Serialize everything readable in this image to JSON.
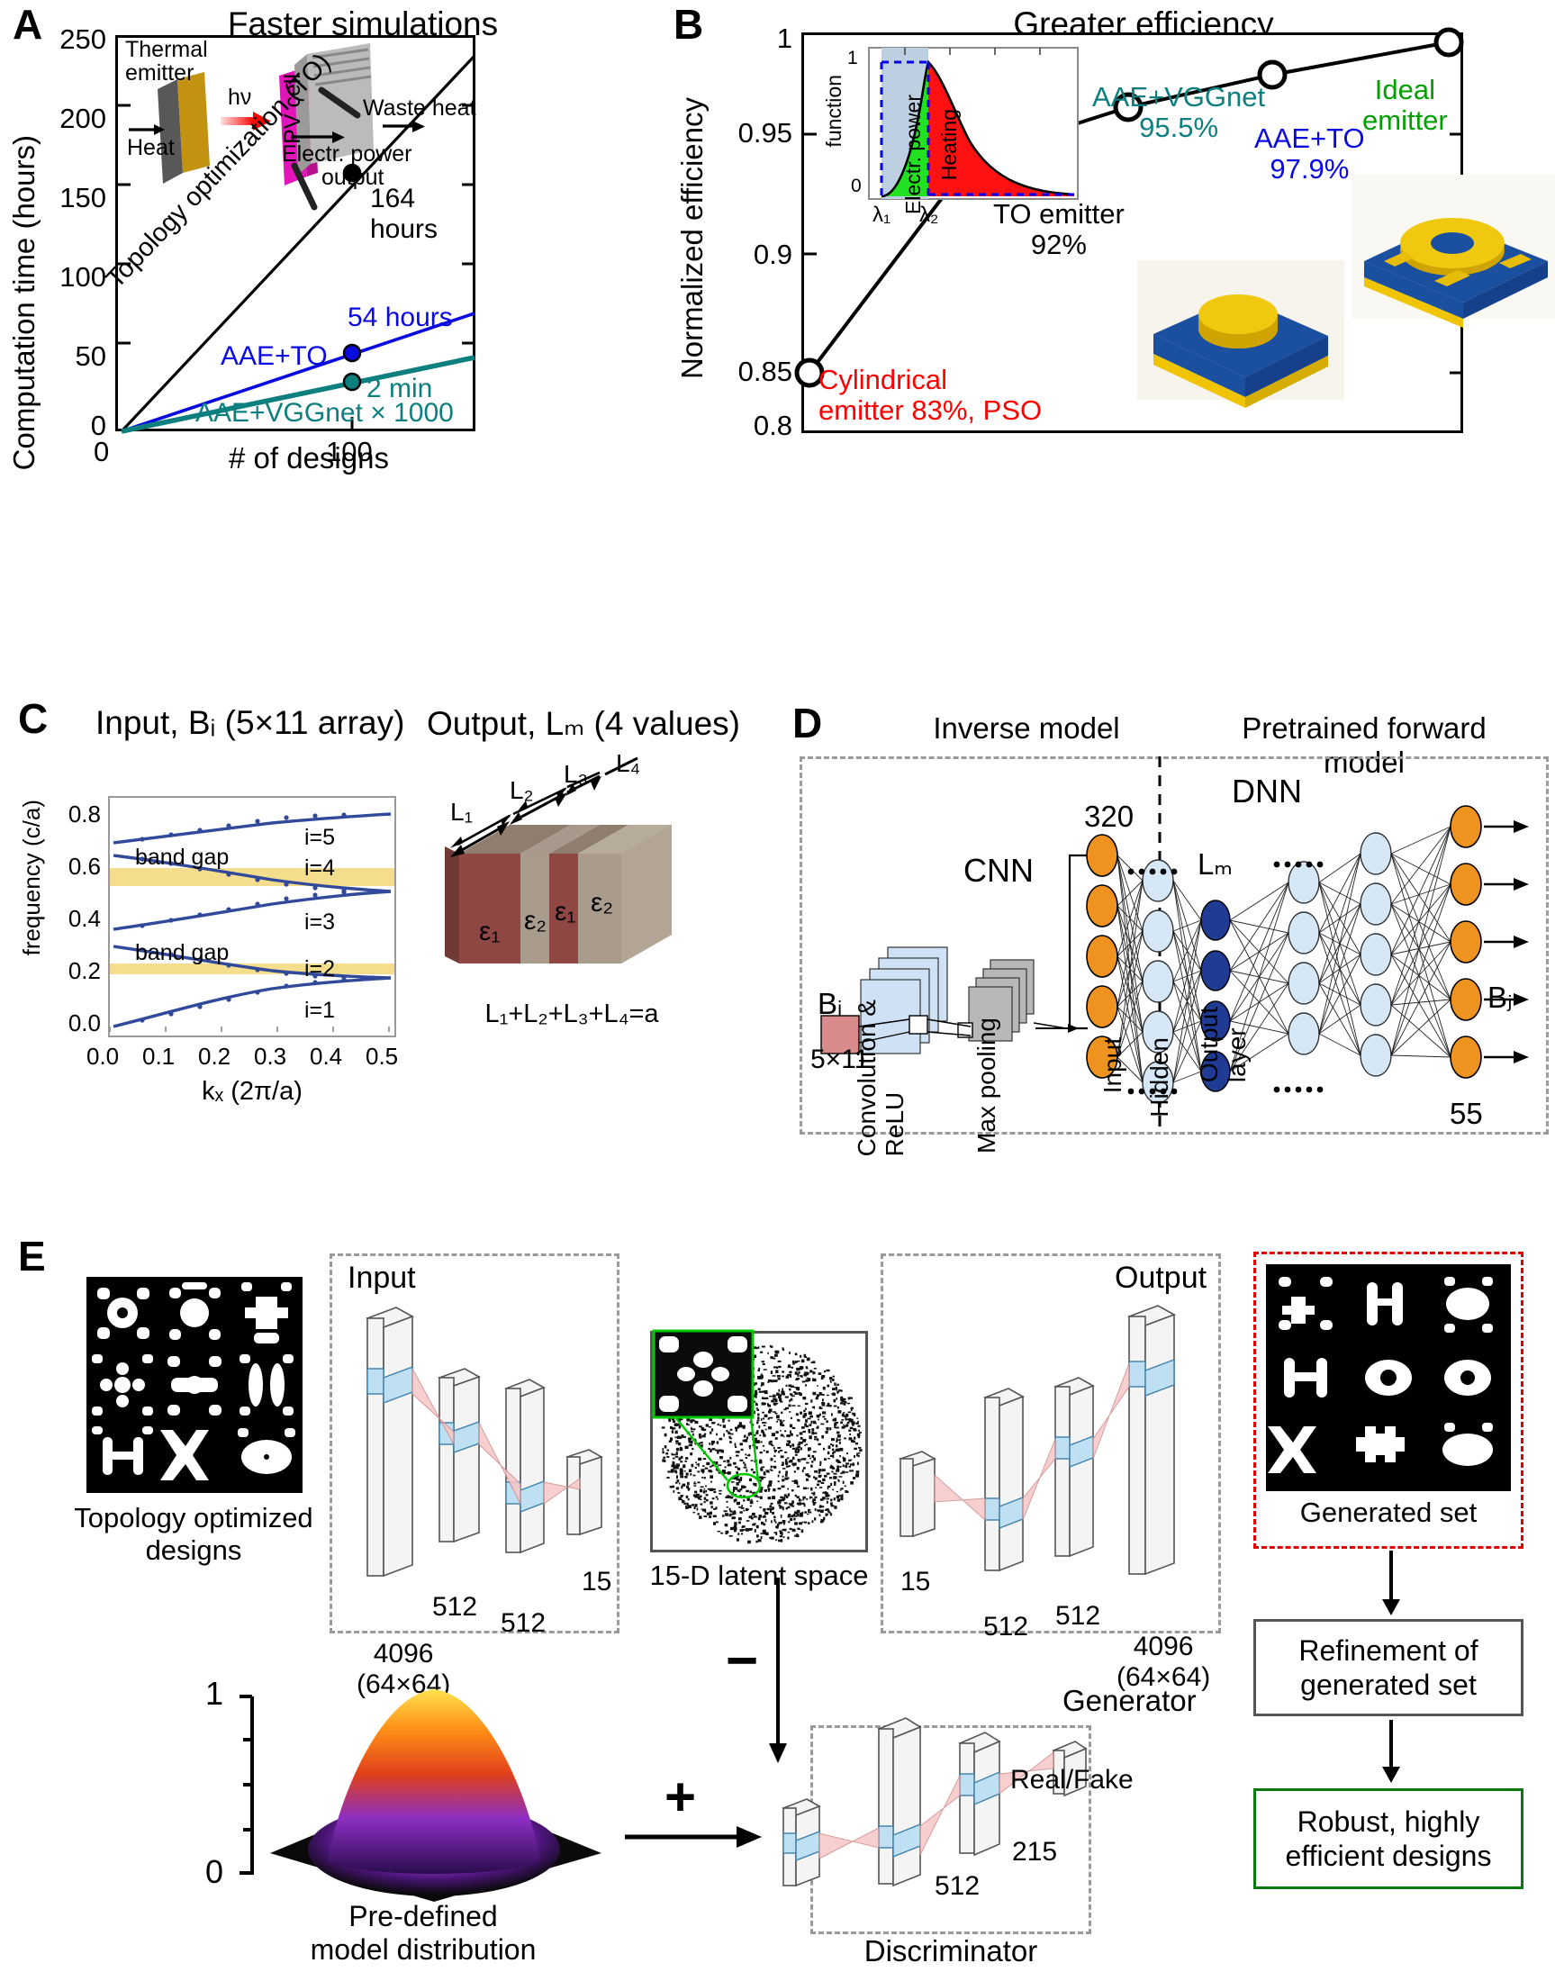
{
  "panels": {
    "A": {
      "letter": "A",
      "title": "Faster simulations",
      "ylabel": "Computation time (hours)",
      "xlabel": "# of designs",
      "yticks": [
        "0",
        "50",
        "100",
        "150",
        "200",
        "250"
      ],
      "xticks": [
        "0",
        "100"
      ],
      "series_labels": {
        "to": "Topology optimization (TO)",
        "aae_to": "AAE+TO",
        "aae_vgg": "AAE+VGGnet × 1000"
      },
      "annotations": {
        "to_point": "164 hours",
        "aae_to_point": "54 hours",
        "aae_vgg_point": "2 min"
      },
      "inset": {
        "thermal_emitter": "Thermal\nemitter",
        "heat": "Heat",
        "hv": "hν",
        "pv_cell": "PV cell",
        "electr_power": "Electr. power\noutput",
        "waste_heat": "Waste heat"
      }
    },
    "B": {
      "letter": "B",
      "title": "Greater efficiency",
      "ylabel": "Normalized efficiency",
      "yticks": [
        "0.8",
        "0.85",
        "0.9",
        "0.95",
        "1"
      ],
      "annotations": {
        "cylindrical": "Cylindrical\nemitter 83%, PSO",
        "to_emitter": "TO emitter\n92%",
        "aae_vgg": "AAE+VGGnet\n95.5%",
        "aae_to": "AAE+TO\n97.9%",
        "ideal": "Ideal\nemitter"
      },
      "inset": {
        "ylabel": "function",
        "ytop": "1",
        "ybot": "0",
        "lam1": "λ₁",
        "lam2": "λ₂",
        "electr_power": "Electr. power",
        "heating": "Heating"
      }
    },
    "C": {
      "letter": "C",
      "input_title": "Input, Bᵢ (5×11 array)",
      "output_title": "Output, Lₘ (4 values)",
      "ylabel": "frequency (c/a)",
      "xlabel": "kₓ (2π/a)",
      "yticks": [
        "0.0",
        "0.2",
        "0.4",
        "0.6",
        "0.8"
      ],
      "xticks": [
        "0.0",
        "0.1",
        "0.2",
        "0.3",
        "0.4",
        "0.5"
      ],
      "band_labels": [
        "i=1",
        "i=2",
        "i=3",
        "i=4",
        "i=5"
      ],
      "bandgap_label": "band gap",
      "L_labels": [
        "L₁",
        "L₂",
        "L₃",
        "L₄"
      ],
      "eps_labels": [
        "ε₁",
        "ε₂",
        "ε₁",
        "ε₂"
      ],
      "sum_label": "L₁+L₂+L₃+L₄=a"
    },
    "D": {
      "letter": "D",
      "inverse_title": "Inverse model",
      "forward_title": "Pretrained forward model",
      "cnn": "CNN",
      "dnn": "DNN",
      "bi": "Bᵢ",
      "bj": "Bⱼ",
      "lm": "Lₘ",
      "input_size": "5×11",
      "n320": "320",
      "n55": "55",
      "conv_label": "Convolution &\nReLU",
      "pool_label": "Max pooling",
      "layer_labels": [
        "Input",
        "Hidden",
        "Output\nlayer"
      ]
    },
    "E": {
      "letter": "E",
      "topology_caption": "Topology optimized\ndesigns",
      "input_label": "Input",
      "output_label": "Output",
      "generator_label": "Generator",
      "discriminator_label": "Discriminator",
      "latent_label": "15-D latent space",
      "generated_label": "Generated set",
      "refinement_label": "Refinement of\ngenerated set",
      "robust_label": "Robust, highly\nefficient designs",
      "distribution_label": "Pre-defined\nmodel distribution",
      "realfake_label": "Real/Fake",
      "encoder_sizes": [
        "4096\n(64×64)",
        "512",
        "512",
        "15"
      ],
      "decoder_sizes": [
        "15",
        "512",
        "512",
        "4096\n(64×64)"
      ],
      "discriminator_sizes": [
        "512",
        "215"
      ],
      "dist_ticks": [
        "1",
        "0"
      ],
      "minus": "−",
      "plus": "+"
    }
  },
  "chart_data": [
    {
      "type": "line",
      "panel": "A",
      "title": "Faster simulations",
      "xlabel": "# of designs",
      "ylabel": "Computation time (hours)",
      "xlim": [
        0,
        140
      ],
      "ylim": [
        0,
        255
      ],
      "xticks": [
        0,
        100
      ],
      "yticks": [
        0,
        50,
        100,
        150,
        200,
        250
      ],
      "grid": false,
      "series": [
        {
          "name": "Topology optimization (TO)",
          "color": "#000000",
          "x": [
            0,
            100,
            140
          ],
          "y": [
            0,
            164,
            230
          ],
          "marker_at": {
            "x": 100,
            "y": 164,
            "label": "164 hours"
          }
        },
        {
          "name": "AAE+TO",
          "color": "#0a0ae0",
          "x": [
            0,
            100,
            140
          ],
          "y": [
            0,
            54,
            75
          ],
          "marker_at": {
            "x": 100,
            "y": 54,
            "label": "54 hours"
          }
        },
        {
          "name": "AAE+VGGnet × 1000",
          "color": "#0e7f7f",
          "x": [
            0,
            100,
            140
          ],
          "y": [
            0,
            33,
            47
          ],
          "marker_at": {
            "x": 100,
            "y": 33,
            "label": "2 min"
          }
        }
      ]
    },
    {
      "type": "line",
      "panel": "B",
      "title": "Greater efficiency",
      "xlabel": "",
      "ylabel": "Normalized efficiency",
      "ylim": [
        0.8,
        1.0
      ],
      "yticks": [
        0.8,
        0.85,
        0.9,
        0.95,
        1
      ],
      "grid": false,
      "categories": [
        "Cylindrical emitter (PSO)",
        "TO emitter",
        "AAE+VGGnet",
        "AAE+TO",
        "Ideal emitter"
      ],
      "values": [
        0.83,
        0.92,
        0.955,
        0.979,
        1.0
      ],
      "point_labels": [
        "Cylindrical emitter 83%, PSO",
        "TO emitter 92%",
        "AAE+VGGnet 95.5%",
        "AAE+TO 97.9%",
        "Ideal emitter"
      ]
    },
    {
      "type": "line",
      "panel": "C",
      "title": "Input, Bᵢ (5×11 array)",
      "xlabel": "kₓ (2π/a)",
      "ylabel": "frequency (c/a)",
      "xlim": [
        0.0,
        0.5
      ],
      "ylim": [
        0.0,
        0.85
      ],
      "xticks": [
        0.0,
        0.1,
        0.2,
        0.3,
        0.4,
        0.5
      ],
      "yticks": [
        0.0,
        0.2,
        0.4,
        0.6,
        0.8
      ],
      "grid": false,
      "bandgaps": [
        [
          0.155,
          0.185
        ],
        [
          0.49,
          0.545
        ]
      ],
      "series": [
        {
          "name": "i=1",
          "color": "#31499b",
          "x": [
            0.0,
            0.1,
            0.2,
            0.3,
            0.4,
            0.5
          ],
          "y": [
            0.0,
            0.045,
            0.09,
            0.125,
            0.15,
            0.16
          ]
        },
        {
          "name": "i=2",
          "color": "#31499b",
          "x": [
            0.0,
            0.1,
            0.2,
            0.3,
            0.4,
            0.5
          ],
          "y": [
            0.305,
            0.278,
            0.245,
            0.215,
            0.19,
            0.183
          ]
        },
        {
          "name": "i=3",
          "color": "#31499b",
          "x": [
            0.0,
            0.1,
            0.2,
            0.3,
            0.4,
            0.5
          ],
          "y": [
            0.372,
            0.4,
            0.428,
            0.455,
            0.478,
            0.488
          ]
        },
        {
          "name": "i=4",
          "color": "#31499b",
          "x": [
            0.0,
            0.1,
            0.2,
            0.3,
            0.4,
            0.5
          ],
          "y": [
            0.655,
            0.633,
            0.605,
            0.578,
            0.553,
            0.545
          ]
        },
        {
          "name": "i=5",
          "color": "#31499b",
          "x": [
            0.0,
            0.1,
            0.2,
            0.3,
            0.4,
            0.5
          ],
          "y": [
            0.7,
            0.725,
            0.755,
            0.782,
            0.8,
            0.812
          ]
        }
      ]
    },
    {
      "type": "line",
      "panel": "B-inset",
      "title": "",
      "xlabel": "",
      "ylabel": "function",
      "xticks_labels": [
        "λ₁",
        "λ₂"
      ],
      "yticks": [
        0,
        1
      ],
      "regions": [
        {
          "name": "target (blue dashed box)",
          "color": "#b8ccdd",
          "from": "λ₁",
          "to": "λ₂"
        },
        {
          "name": "Electr. power",
          "color": "#22e022",
          "from": "λ₁",
          "to": "λ₂"
        },
        {
          "name": "Heating",
          "color": "#ff1111",
          "from": "λ₂",
          "to": "end"
        }
      ]
    }
  ]
}
